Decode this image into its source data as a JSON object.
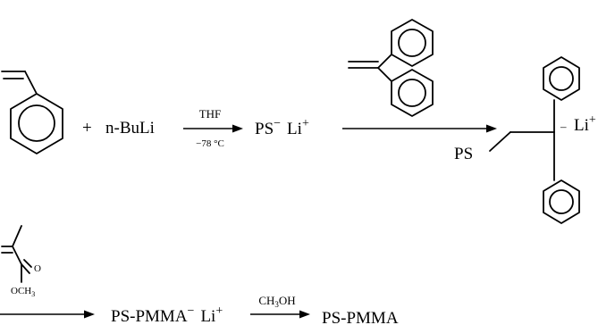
{
  "reaction1": {
    "plus": "+",
    "initiator": "n-BuLi",
    "solvent": "THF",
    "temperature": "−78 °C",
    "anion": "PS",
    "anion_charge": "−",
    "counterion": "Li",
    "counterion_charge": "+"
  },
  "reaction2": {
    "chain": "PS",
    "carbanion_charge": "–",
    "counterion": "Li",
    "counterion_charge": "+"
  },
  "reaction3": {
    "carbonyl_o": "O",
    "ester": "OCH",
    "ester_sub": "3",
    "product_anion": "PS-PMMA",
    "product_anion_charge": "−",
    "counterion": "Li",
    "counterion_charge": "+",
    "quench": "CH",
    "quench_sub": "3",
    "quench_tail": "OH",
    "final_product": "PS-PMMA"
  }
}
